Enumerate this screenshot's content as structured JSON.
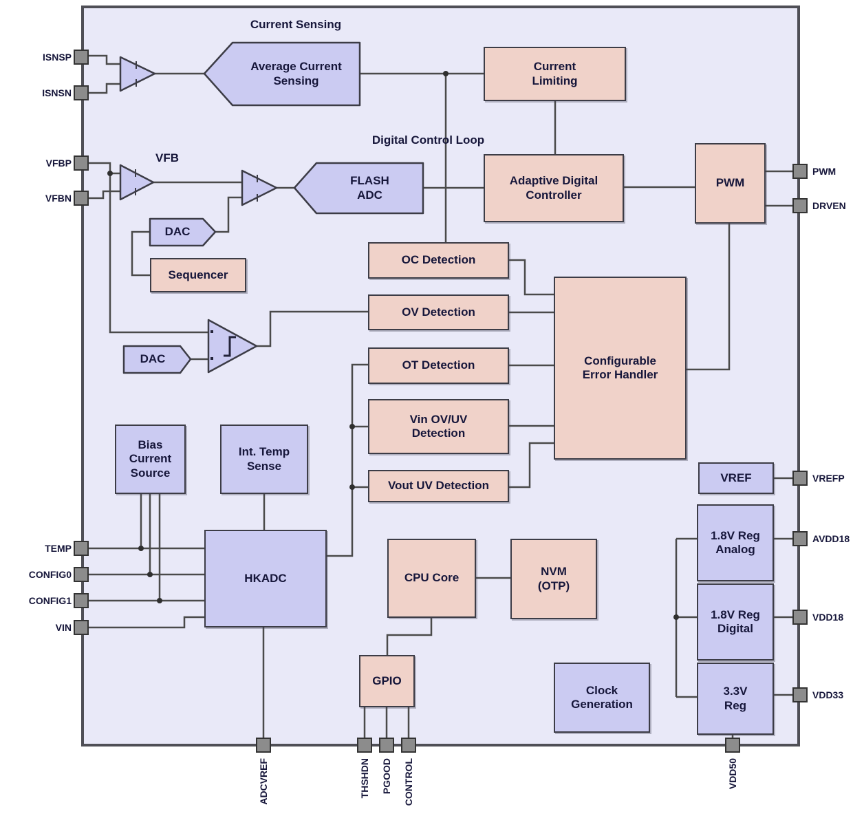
{
  "titles": {
    "current_sensing": "Current Sensing",
    "digital_control_loop": "Digital Control Loop",
    "vfb": "VFB"
  },
  "blocks": {
    "avg_current_sensing": "Average Current\nSensing",
    "current_limiting": "Current\nLimiting",
    "adaptive_digital_controller": "Adaptive Digital\nController",
    "pwm": "PWM",
    "flash_adc": "FLASH\nADC",
    "dac_vfb": "DAC",
    "sequencer": "Sequencer",
    "dac_ov": "DAC",
    "oc_detection": "OC Detection",
    "ov_detection": "OV Detection",
    "ot_detection": "OT Detection",
    "vin_ovuv_detection": "Vin OV/UV\nDetection",
    "vout_uv_detection": "Vout UV Detection",
    "error_handler": "Configurable\nError Handler",
    "bias_current_source": "Bias\nCurrent\nSource",
    "int_temp_sense": "Int. Temp\nSense",
    "hkadc": "HKADC",
    "cpu_core": "CPU Core",
    "nvm": "NVM\n(OTP)",
    "gpio": "GPIO",
    "clock_generation": "Clock\nGeneration",
    "vref": "VREF",
    "reg18_analog": "1.8V Reg\nAnalog",
    "reg18_digital": "1.8V Reg\nDigital",
    "reg33": "3.3V\nReg"
  },
  "pins": {
    "left": [
      "ISNSP",
      "ISNSN",
      "VFBP",
      "VFBN",
      "TEMP",
      "CONFIG0",
      "CONFIG1",
      "VIN"
    ],
    "right": [
      "PWM",
      "DRVEN",
      "VREFP",
      "AVDD18",
      "VDD18",
      "VDD33"
    ],
    "bottom": [
      "ADCVREF",
      "THSHDN",
      "PGOOD",
      "CONTROL",
      "VDD50"
    ]
  },
  "colors": {
    "block_blue": "#cbcbf2",
    "block_pink": "#f0d2c9",
    "canvas": "#e9e9f8",
    "wire": "#4a4a4a",
    "pin_fill": "#8c8c8c",
    "text": "#16163a"
  }
}
